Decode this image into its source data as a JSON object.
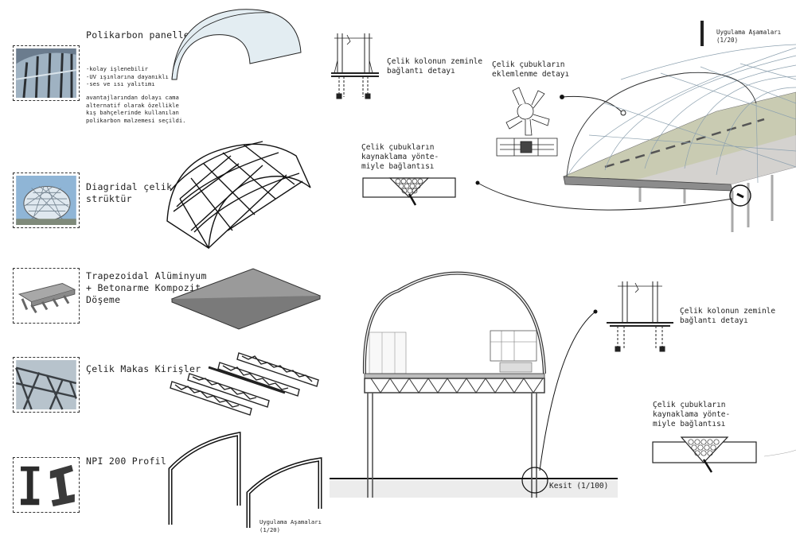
{
  "materials": [
    {
      "title": "Polikarbon paneller",
      "notes": "-kolay işlenebilir\n-UV ışınlarına dayanıklı\n-ses ve ısı yalıtımı",
      "notes2": "avantajlarından dolayı cama\nalternatif olarak özellikle\nkış bahçelerinde kullanılan\npolikarbon malzemesi seçildi."
    },
    {
      "title": "Diagridal çelik\nstrüktür"
    },
    {
      "title": "Trapezoidal Alüminyum\n+ Betonarme Kompozit\nDöşeme"
    },
    {
      "title": "Çelik Makas Kirişler"
    },
    {
      "title": "NPI 200 Profil"
    }
  ],
  "labels": {
    "uygulama_top": "Uygulama Aşamaları\n(1/20)",
    "uygulama_bottom": "Uygulama Aşamaları\n(1/20)",
    "kolon_top": "Çelik kolonun zeminle\nbağlantı detayı",
    "kolon_right": "Çelik kolonun zeminle\nbağlantı detayı",
    "eklenme": "Çelik çubukların\neklemlenme detayı",
    "kaynak_top": "Çelik çubukların\nkaynaklama yönte-\nmiyle bağlantısı",
    "kaynak_right": "Çelik çubukların\nkaynaklama yönte-\nmiyle bağlantısı",
    "kesit": "Kesit (1/100)"
  },
  "colors": {
    "line": "#222222",
    "panel": "#e4eef3",
    "ground": "#ececec",
    "road": "#c9cbb2"
  }
}
